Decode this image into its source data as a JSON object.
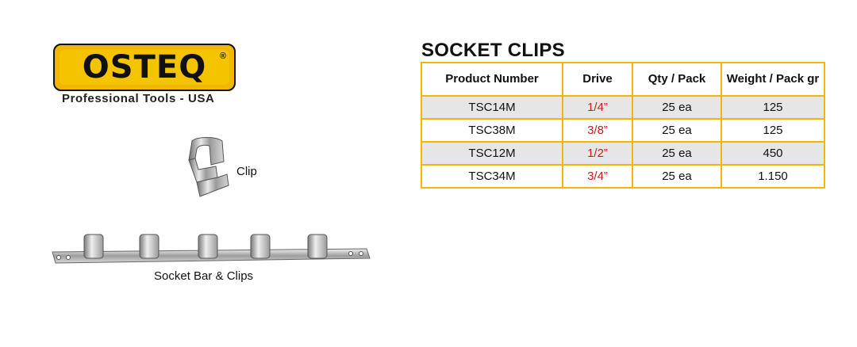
{
  "brand": {
    "logo_text": "OSTEQ",
    "registered": "®",
    "tagline": "Professional Tools - USA"
  },
  "images": {
    "clip_label": "Clip",
    "bar_label": "Socket Bar & Clips"
  },
  "product": {
    "title": "SOCKET CLIPS",
    "columns": [
      "Product Number",
      "Drive",
      "Qty / Pack",
      "Weight / Pack gr"
    ],
    "rows": [
      {
        "number": "TSC14M",
        "drive": "1/4”",
        "qty": "25 ea",
        "weight": "125"
      },
      {
        "number": "TSC38M",
        "drive": "3/8”",
        "qty": "25 ea",
        "weight": "125"
      },
      {
        "number": "TSC12M",
        "drive": "1/2”",
        "qty": "25 ea",
        "weight": "450"
      },
      {
        "number": "TSC34M",
        "drive": "3/4”",
        "qty": "25 ea",
        "weight": "1.150"
      }
    ]
  },
  "colors": {
    "brand_yellow": "#f2b705",
    "table_border": "#f2b705",
    "drive_text": "#c41e1e",
    "shaded_row": "#e6e6e6"
  }
}
